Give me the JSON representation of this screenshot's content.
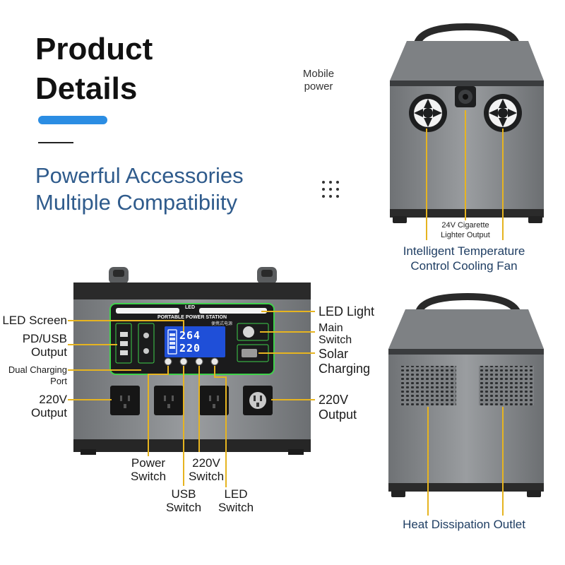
{
  "header": {
    "title": "Product\nDetails",
    "subtitle": "Powerful Accessories\nMultiple Compatibiity",
    "tag": "Mobile\npower"
  },
  "colors": {
    "accent": "#2b8de3",
    "subtitle_text": "#2f5b8c",
    "callout_line": "#e6b420",
    "body_gray": "#8b8e91",
    "body_dark": "#2b2b2b",
    "panel_green": "#3fd24b"
  },
  "front_unit": {
    "panel_title": "PORTABLE POWER STATION",
    "panel_subtitle": "便携式电源",
    "led_strip_label": "LED",
    "lcd_line1": "264",
    "lcd_line2": "220",
    "labels": {
      "led_screen": "LED Screen",
      "pd_usb": "PD/USB\nOutput",
      "dual_charging": "Dual Charging\nPort",
      "ac_left": "220V\nOutput",
      "led_light": "LED Light",
      "main_switch": "Main\nSwitch",
      "solar_charging": "Solar\nCharging",
      "ac_right": "220V\nOutput",
      "power_switch": "Power\nSwitch",
      "ac_switch": "220V\nSwitch",
      "usb_switch": "USB\nSwitch",
      "led_switch": "LED\nSwitch"
    }
  },
  "rear_top": {
    "cigarette_label": "24V Cigarette\nLighter Output",
    "fan_label": "Intelligent Temperature\nControl Cooling Fan"
  },
  "rear_bottom": {
    "vent_label": "Heat Dissipation Outlet"
  }
}
